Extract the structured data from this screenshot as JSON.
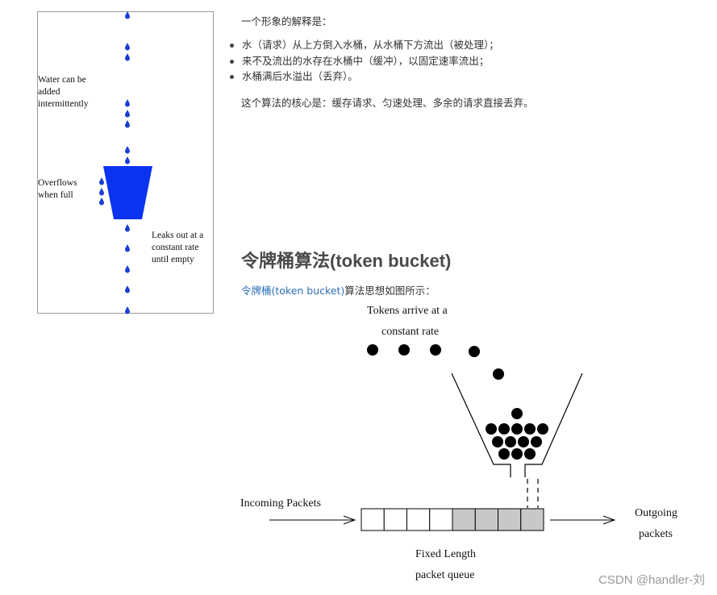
{
  "leaky_bucket_figure": {
    "label_added": "Water can be\nadded\nintermittently",
    "label_overflow": "Overflows\nwhen full",
    "label_leak": "Leaks out at a\nconstant rate\nuntil empty",
    "bucket_color": "#0a33f0",
    "drop_color": "#1a3fd0"
  },
  "article": {
    "intro": "一个形象的解释是：",
    "bullets": [
      "水（请求）从上方倒入水桶，从水桶下方流出（被处理）；",
      "来不及流出的水存在水桶中（缓冲），以固定速率流出；",
      "水桶满后水溢出（丢弃）。"
    ],
    "core": "这个算法的核心是：缓存请求、匀速处理、多余的请求直接丢弃。",
    "heading": "令牌桶算法(token bucket)",
    "token_link": "令牌桶(token bucket)",
    "token_suffix": "算法思想如图所示："
  },
  "token_bucket_figure": {
    "tokens_line1": "Tokens arrive at a",
    "tokens_line2": "constant rate",
    "incoming": "Incoming Packets",
    "outgoing_line1": "Outgoing",
    "outgoing_line2": "packets",
    "queue_line1": "Fixed Length",
    "queue_line2": "packet queue",
    "queue_slots": 8,
    "queue_filled": 4,
    "filled_color": "#c8c8c8"
  },
  "watermark": "CSDN @handler-刘"
}
